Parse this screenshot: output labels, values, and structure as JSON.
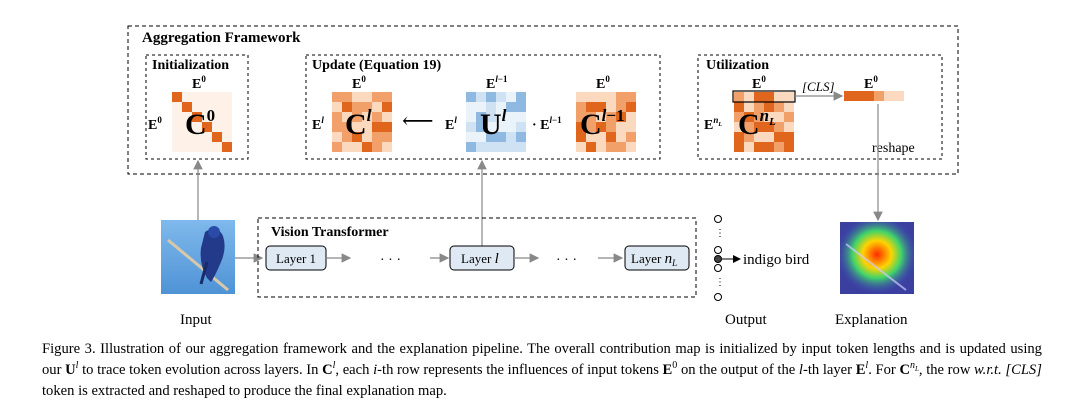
{
  "figure": {
    "framework_title": "Aggregation Framework",
    "init_title": "Initialization",
    "update_title": "Update (Equation 19)",
    "util_title": "Utilization",
    "cls_token": "[CLS]",
    "reshape_label": "reshape",
    "vit_title": "Vision Transformer",
    "layer1_label": "Layer 1",
    "layer_l_label": "Layer l",
    "layer_nl_label": "Layer n_L",
    "dots": "· · ·",
    "prediction": "indigo bird",
    "input_label": "Input",
    "output_label": "Output",
    "explanation_label": "Explanation",
    "symbols": {
      "E0": "E0",
      "El": "El",
      "Elm1": "El-1",
      "EnL": "EnL",
      "C0": "C0",
      "Cl": "Cl",
      "Clm1": "Cl-1",
      "CnL": "CnL",
      "Ul": "Ul"
    }
  },
  "colors": {
    "orange_dark": "#e0661e",
    "orange_mid": "#f2a06a",
    "orange_light": "#fbd9bf",
    "blue_mid": "#8fb9e0",
    "blue_light": "#cfe2f3",
    "layer_box": "#dfe9f3",
    "arrow_gray": "#888888"
  },
  "caption": {
    "fig_label": "Figure 3.",
    "t1": "Illustration of our aggregation framework and the explanation pipeline. The overall contribution map is initialized by input token lengths and is updated using our",
    "t2": "to trace token evolution across layers. In",
    "t3": ", each",
    "t4": "-th row represents the influences of input tokens",
    "t5": "on the output of the",
    "t6": "-th layer",
    "t7": ". For",
    "t8": ", the row",
    "wrt": "w.r.t.",
    "t9": "token is extracted and reshaped to produce the final explanation map."
  }
}
